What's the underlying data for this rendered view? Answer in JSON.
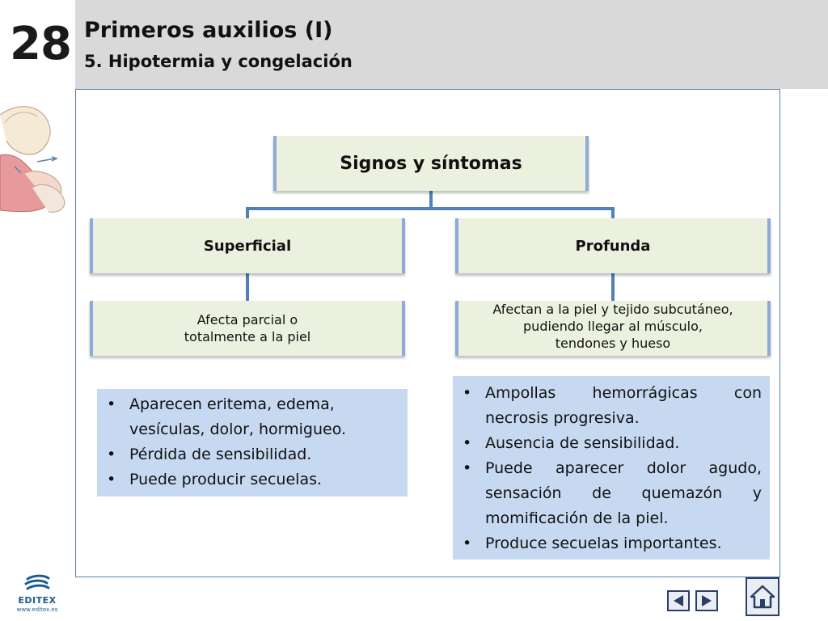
{
  "header": {
    "chapter_number": "28",
    "title": "Primeros auxilios (I)",
    "subtitle": "5. Hipotermia y congelación"
  },
  "diagram": {
    "root": "Signos y síntomas",
    "superficial": {
      "label": "Superficial",
      "description": "Afecta parcial o\ntotalmente a la piel",
      "bullets": [
        "Aparecen eritema, edema, vesículas, dolor, hormigueo.",
        "Pérdida de sensibilidad.",
        "Puede producir secuelas."
      ]
    },
    "profunda": {
      "label": "Profunda",
      "description": "Afectan a la piel y tejido subcutáneo,\npudiendo llegar al músculo,\ntendones y hueso",
      "bullets": [
        "Ampollas hemorrágicas con necrosis progresiva.",
        "Ausencia de sensibilidad.",
        "Puede aparecer dolor agudo, sensación de quemazón y momificación de la piel.",
        "Produce secuelas importantes."
      ]
    }
  },
  "footer": {
    "logo_name": "EDITEX",
    "logo_url": "www.editex.es"
  },
  "icons": {
    "prev": "triangle-left-icon",
    "next": "triangle-right-icon",
    "home": "house-icon"
  },
  "colors": {
    "header_band": "#d9d9d9",
    "box_fill": "#ebf1de",
    "box_accent": "#8eaad8",
    "panel_fill": "#c6d9f1",
    "frame_border": "#5a7fa7",
    "brand": "#1f5b8f"
  }
}
